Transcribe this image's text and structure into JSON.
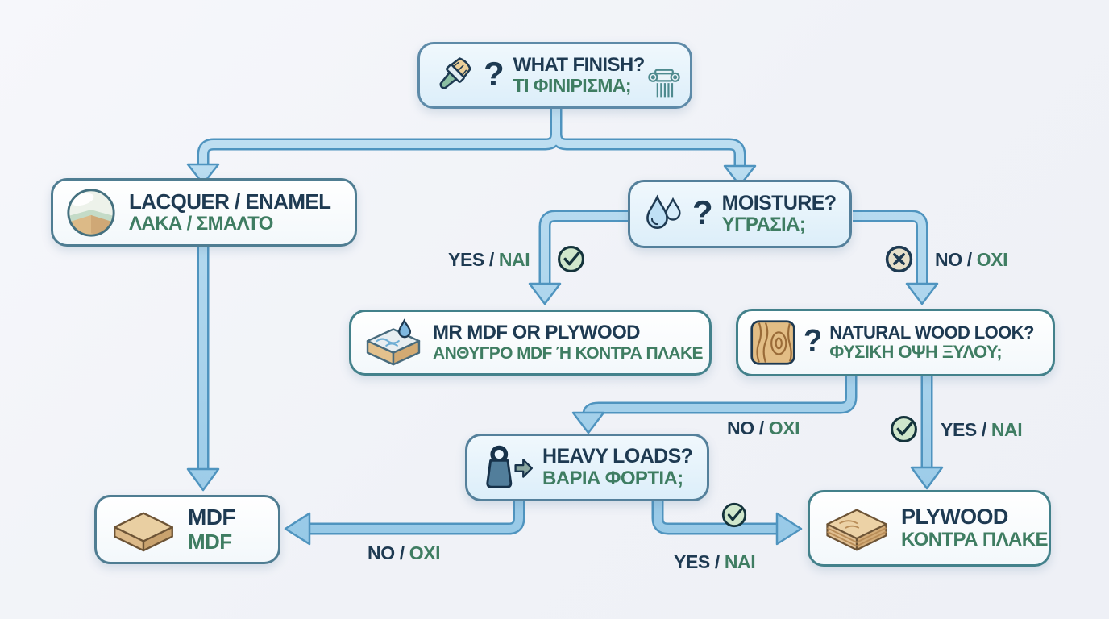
{
  "palette": {
    "background": "#f0f2f7",
    "arrow_fill": "#a9d3ec",
    "arrow_outline": "#4f94bf",
    "box_border_steel": "#54809b",
    "box_border_teal": "#43818b",
    "text_navy": "#1e3a52",
    "text_green": "#3f7d62",
    "check_fill": "#cfe7cb",
    "cross_fill": "#e6dfc9"
  },
  "icons": {
    "finish": "paintbrush-icon",
    "finish_extra": "greek-column-icon",
    "lacquer": "gloss-sample-icon",
    "moisture": "water-drops-icon",
    "mr_mdf": "water-resistant-board-icon",
    "natural": "wood-grain-icon",
    "heavy": "weight-icon",
    "mdf": "mdf-board-icon",
    "plywood": "plywood-board-icon",
    "yes": "check-circle-icon",
    "no": "cross-circle-icon"
  },
  "nodes": {
    "finish": {
      "qmark": "?",
      "title": "WHAT FINISH?",
      "subtitle": "ΤΙ ΦΙΝΙΡΙΣΜΑ;"
    },
    "lacquer": {
      "title": "LACQUER / ENAMEL",
      "subtitle": "ΛΑΚΑ / ΣΜΑΛΤΟ"
    },
    "moisture": {
      "qmark": "?",
      "title": "MOISTURE?",
      "subtitle": "ΥΓΡΑΣΙΑ;"
    },
    "mr_mdf": {
      "title": "MR MDF OR PLYWOOD",
      "subtitle": "ΑΝΘΥΓΡΟ MDF Ή ΚΟΝΤΡΑ ΠΛΑΚΕ"
    },
    "natural": {
      "qmark": "?",
      "title": "NATURAL WOOD LOOK?",
      "subtitle": "ΦΥΣΙΚΗ ΟΨΗ ΞΥΛΟΥ;"
    },
    "heavy": {
      "title": "HEAVY LOADS?",
      "subtitle": "ΒΑΡΙΑ ΦΟΡΤΙΑ;"
    },
    "mdf": {
      "title": "MDF",
      "subtitle": "MDF"
    },
    "plywood": {
      "title": "PLYWOOD",
      "subtitle": "ΚΟΝΤΡΑ ΠΛΑΚΕ"
    }
  },
  "labels": {
    "moisture_yes": {
      "en": "YES",
      "sep": " / ",
      "gr": "ΝΑΙ"
    },
    "moisture_no": {
      "en": "NO",
      "sep": " / ",
      "gr": "ΟΧΙ"
    },
    "natural_no": {
      "en": "NO",
      "sep": " / ",
      "gr": "ΟΧΙ"
    },
    "natural_yes": {
      "en": "YES",
      "sep": " / ",
      "gr": "ΝΑΙ"
    },
    "heavy_no": {
      "en": "NO",
      "sep": " / ",
      "gr": "ΟΧΙ"
    },
    "heavy_yes": {
      "en": "YES",
      "sep": " / ",
      "gr": "ΝΑΙ"
    }
  },
  "edges": [
    {
      "from": "finish",
      "to": "lacquer",
      "label": ""
    },
    {
      "from": "finish",
      "to": "moisture",
      "label": ""
    },
    {
      "from": "moisture",
      "to": "mr_mdf",
      "label": "YES / ΝΑΙ"
    },
    {
      "from": "moisture",
      "to": "natural",
      "label": "NO / ΟΧΙ"
    },
    {
      "from": "natural",
      "to": "heavy",
      "label": "NO / ΟΧΙ"
    },
    {
      "from": "natural",
      "to": "plywood",
      "label": "YES / ΝΑΙ"
    },
    {
      "from": "heavy",
      "to": "mdf",
      "label": "NO / ΟΧΙ"
    },
    {
      "from": "heavy",
      "to": "plywood",
      "label": "YES / ΝΑΙ"
    },
    {
      "from": "lacquer",
      "to": "mdf",
      "label": ""
    }
  ]
}
